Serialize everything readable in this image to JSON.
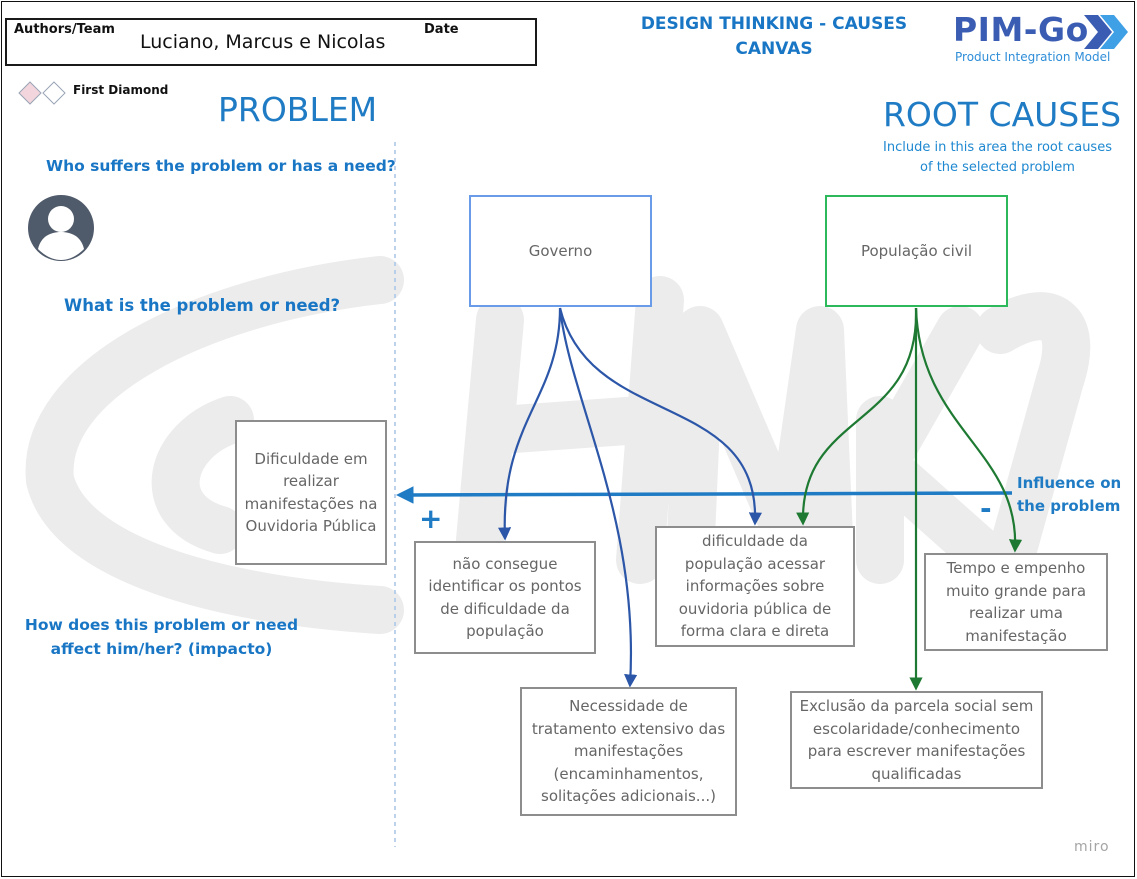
{
  "header": {
    "authors_label": "Authors/Team",
    "team_name": "Luciano, Marcus e Nicolas",
    "date_label": "Date",
    "canvas_title_line1": "DESIGN THINKING - CAUSES",
    "canvas_title_line2": "CANVAS",
    "logo_text": "PIM-Go",
    "logo_subtitle": "Product Integration Model",
    "phase_label": "First Diamond"
  },
  "problem_section": {
    "heading": "PROBLEM",
    "question_who": "Who suffers the problem or has a need?",
    "question_what": "What is the problem or need?",
    "question_impact_line1": "How does this problem or need",
    "question_impact_line2": "affect him/her? (impacto)",
    "problem_card": "Dificuldade em realizar manifestações na Ouvidoria Pública"
  },
  "root_causes_section": {
    "heading": "ROOT CAUSES",
    "note_line1": "Include in this area the root causes",
    "note_line2": "of the selected problem",
    "influence_line1": "Influence on",
    "influence_line2": "the problem",
    "plus_sign": "+",
    "minus_sign": "-",
    "roots": [
      {
        "label": "Governo",
        "color": "#6a9be8"
      },
      {
        "label": "População civil",
        "color": "#2eb85c"
      }
    ],
    "causes": [
      "não consegue identificar os pontos de dificuldade da população",
      "Necessidade de tratamento extensivo das manifestações (encaminhamentos, solitações adicionais...)",
      "dificuldade da população acessar informações sobre ouvidoria pública de forma clara e direta",
      "Tempo e empenho muito grande para realizar uma manifestação",
      "Exclusão da parcela social sem escolaridade/conhecimento para escrever manifestações qualificadas"
    ]
  },
  "colors": {
    "accent_blue": "#1e7bc4",
    "governo_arrows": "#2c56a8",
    "populacao_arrows": "#1e7a32"
  },
  "watermark": "miro"
}
